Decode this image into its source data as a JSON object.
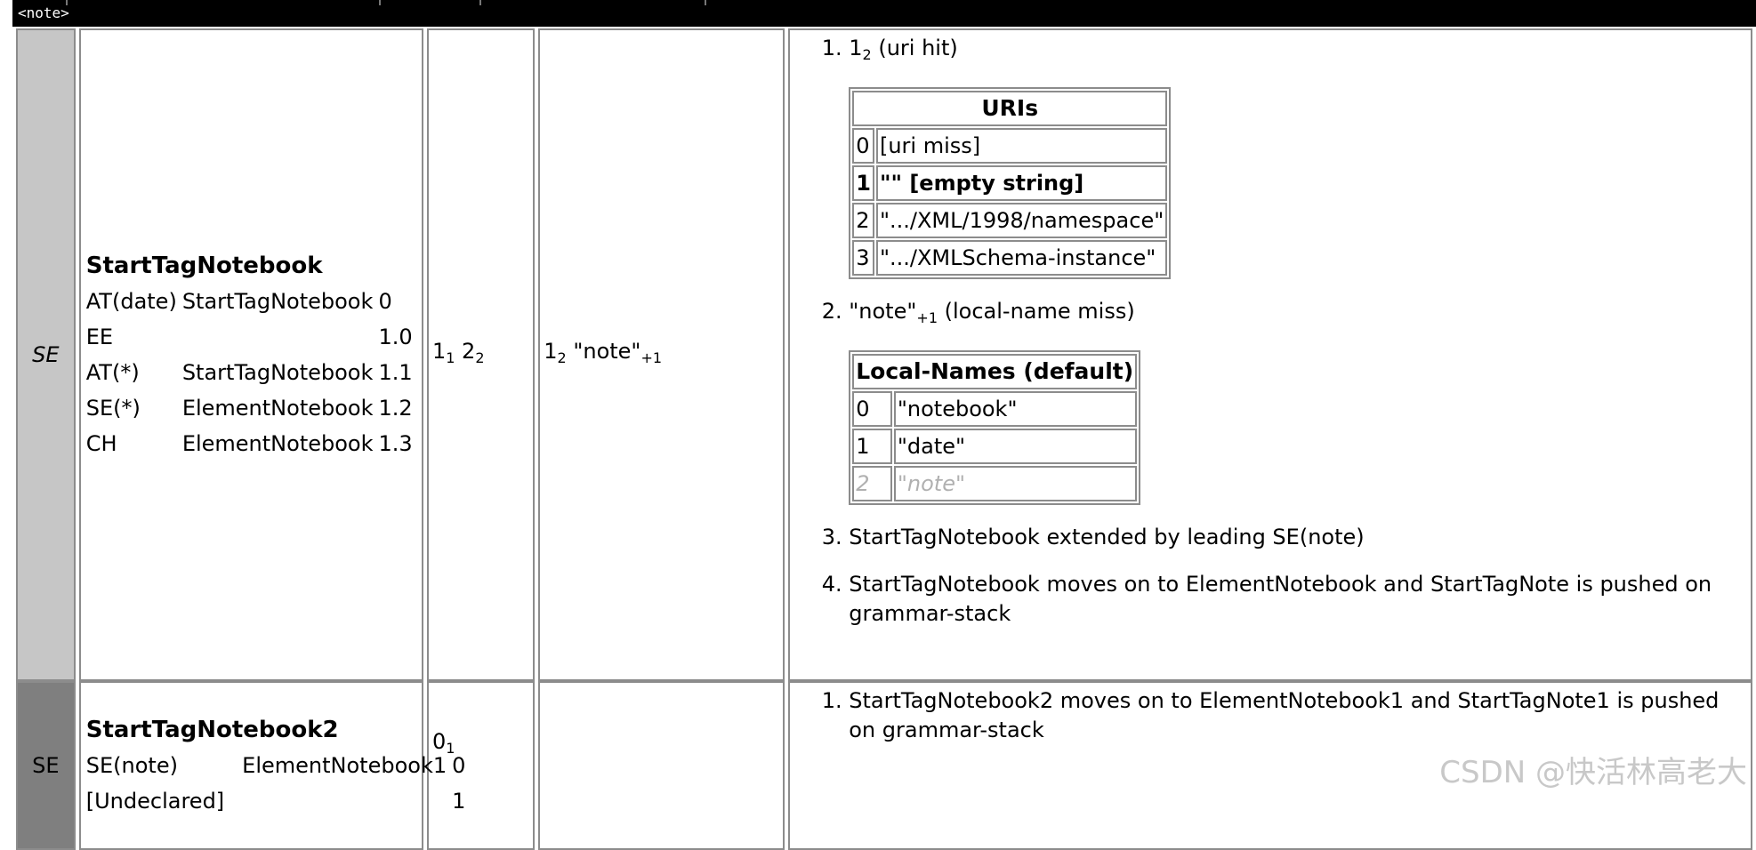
{
  "header": {
    "tag": "<note>"
  },
  "rows": [
    {
      "event": "SE",
      "grammar": {
        "title": "StartTagNotebook",
        "productions": [
          {
            "event": "AT(date)",
            "target": "StartTagNotebook",
            "code": "0"
          },
          {
            "event": "EE",
            "target": "",
            "code": "1.0"
          },
          {
            "event": "AT(*)",
            "target": "StartTagNotebook",
            "code": "1.1"
          },
          {
            "event": "SE(*)",
            "target": "ElementNotebook",
            "code": "1.2"
          },
          {
            "event": "CH",
            "target": "ElementNotebook",
            "code": "1.3"
          }
        ]
      },
      "event_code": {
        "a": "1",
        "a_sub": "1",
        "b": "2",
        "b_sub": "2"
      },
      "name_code": {
        "a": "1",
        "a_sub": "2",
        "name": "\"note\"",
        "name_sub": "+1"
      },
      "notes": {
        "step1": {
          "num": "1",
          "sub": "2",
          "text": "(uri hit)"
        },
        "uris": {
          "title": "URIs",
          "entries": [
            {
              "id": "0",
              "value": "[uri miss]"
            },
            {
              "id": "1",
              "value": "\"\" [empty string]"
            },
            {
              "id": "2",
              "value": "\".../XML/1998/namespace\""
            },
            {
              "id": "3",
              "value": "\".../XMLSchema-instance\""
            }
          ]
        },
        "step2": {
          "name": "\"note\"",
          "sub": "+1",
          "text": "(local-name miss)"
        },
        "localnames": {
          "title": "Local-Names (default)",
          "entries": [
            {
              "id": "0",
              "value": "\"notebook\""
            },
            {
              "id": "1",
              "value": "\"date\""
            },
            {
              "id": "2",
              "value": "\"note\""
            }
          ]
        },
        "step3": "StartTagNotebook extended by leading SE(note)",
        "step4": "StartTagNotebook moves on to ElementNotebook and StartTagNote is pushed on grammar-stack"
      }
    },
    {
      "event": "SE",
      "grammar": {
        "title": "StartTagNotebook2",
        "productions": [
          {
            "event": "SE(note)",
            "target": "ElementNotebook1",
            "code": "0"
          },
          {
            "event": "[Undeclared]",
            "target": "",
            "code": "1"
          }
        ]
      },
      "event_code": {
        "a": "0",
        "a_sub": "1"
      },
      "notes": {
        "step1": "StartTagNotebook2 moves on to ElementNotebook1 and StartTagNote1 is pushed on grammar-stack"
      }
    }
  ],
  "watermark": "CSDN @快活林高老大"
}
